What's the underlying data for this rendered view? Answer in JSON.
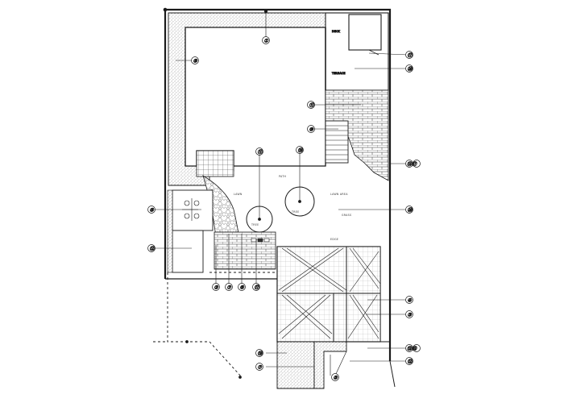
{
  "drawing": {
    "title": "",
    "line_color": "#1a1a1a",
    "stipple_color": "#6b6b6b",
    "paper_color": "#ffffff"
  },
  "callouts": [
    {
      "id": "c-top",
      "label": "①"
    },
    {
      "id": "c-left-top",
      "label": "⑨"
    },
    {
      "id": "c-right-1",
      "label": "⑰"
    },
    {
      "id": "c-right-2",
      "label": "⑳"
    },
    {
      "id": "c-brick",
      "label": "⑪"
    },
    {
      "id": "c-stairs",
      "label": "⑩"
    },
    {
      "id": "c-wall",
      "label": "⑬⑰"
    },
    {
      "id": "c-tree-1",
      "label": "⑪"
    },
    {
      "id": "c-tree-2",
      "label": "⑲"
    },
    {
      "id": "c-lawn",
      "label": "⑳"
    },
    {
      "id": "c-left-1",
      "label": "⑧"
    },
    {
      "id": "c-left-2",
      "label": "⑫"
    },
    {
      "id": "c-bot-1",
      "label": "②"
    },
    {
      "id": "c-bot-2",
      "label": "⑦"
    },
    {
      "id": "c-bot-3",
      "label": "⑥"
    },
    {
      "id": "c-bot-4",
      "label": "⑰"
    },
    {
      "id": "c-pergola-1",
      "label": "④"
    },
    {
      "id": "c-pergola-2",
      "label": "③"
    },
    {
      "id": "c-corner",
      "label": "⑬⑮"
    },
    {
      "id": "c-corner-2",
      "label": "⑫"
    },
    {
      "id": "c-lower-1",
      "label": "⑲"
    },
    {
      "id": "c-lower-2",
      "label": "⑦"
    },
    {
      "id": "c-lower-3",
      "label": "⑤"
    }
  ]
}
